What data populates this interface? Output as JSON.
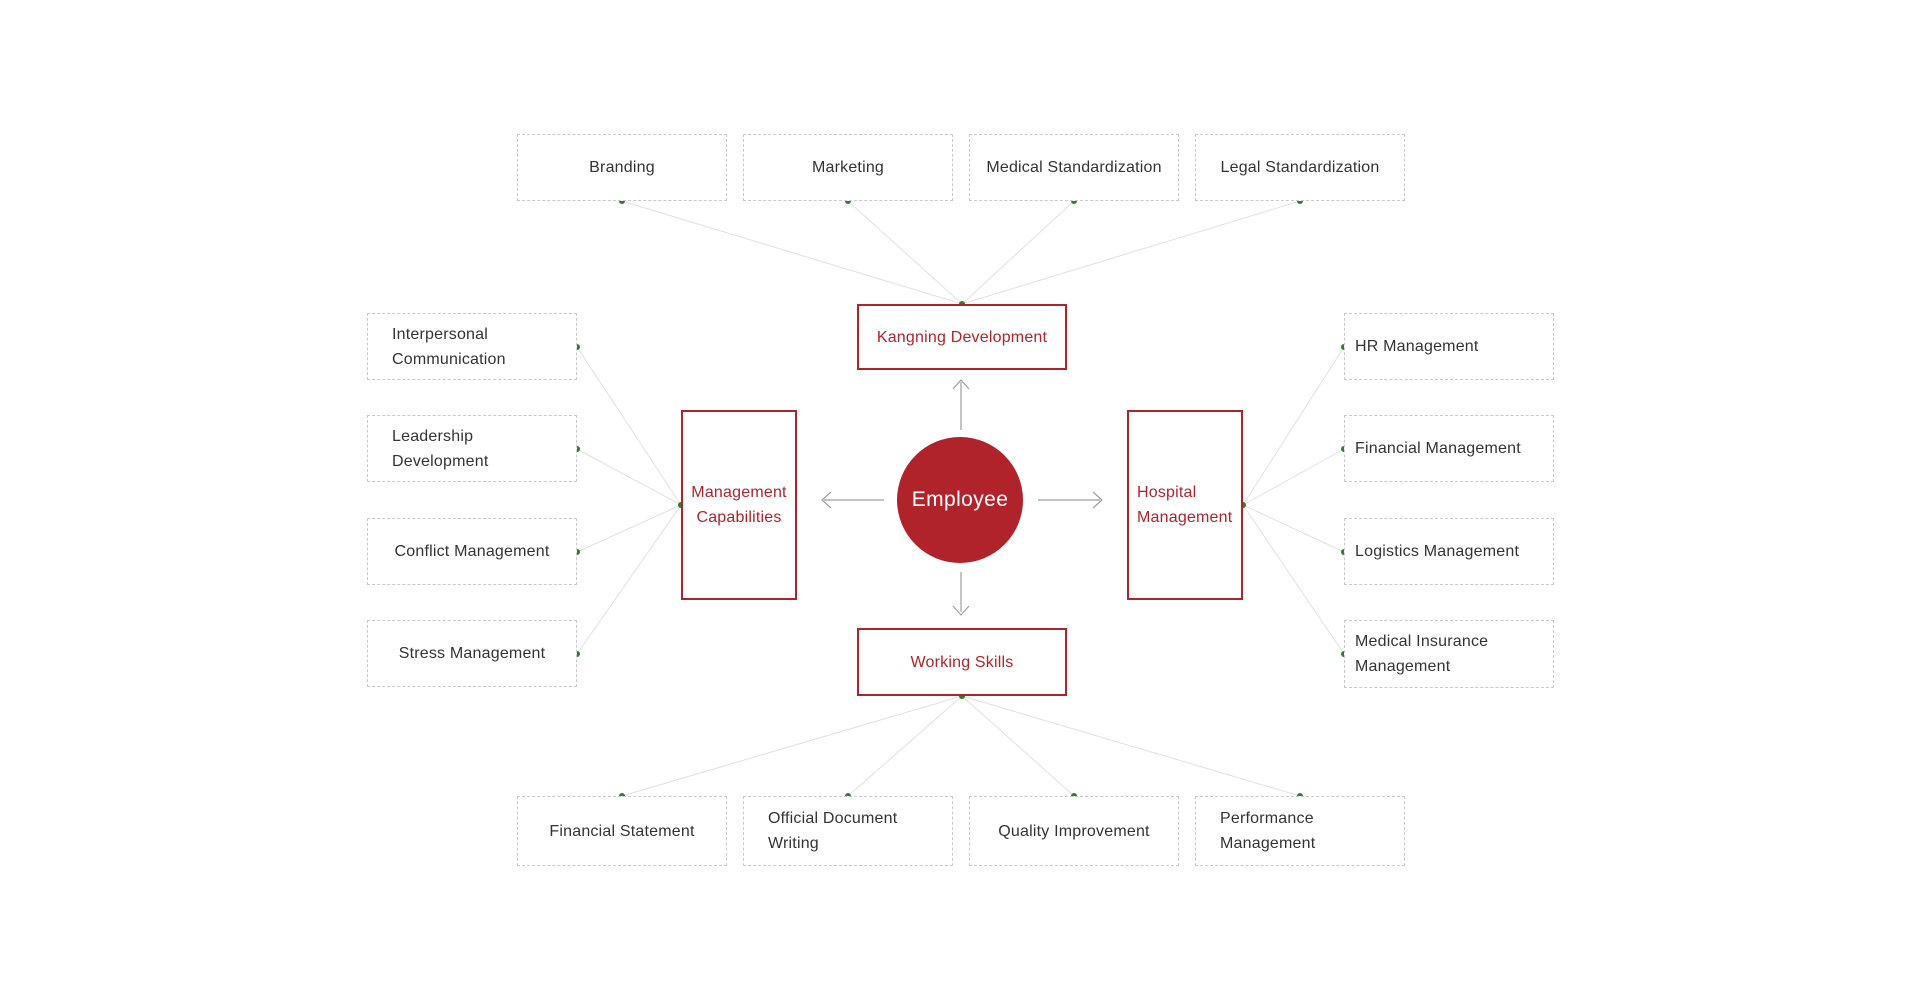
{
  "diagram": {
    "type": "mindmap",
    "center": {
      "label": "Employee"
    },
    "branches": {
      "top": {
        "label": "Kangning Development",
        "leaves": [
          "Branding",
          "Marketing",
          "Medical Standardization",
          "Legal Standardization"
        ]
      },
      "bottom": {
        "label": "Working Skills",
        "leaves": [
          "Financial Statement",
          "Official Document Writing",
          "Quality Improvement",
          "Performance Management"
        ]
      },
      "left": {
        "label": "Management Capabilities",
        "leaves": [
          "Interpersonal Communication",
          "Leadership Development",
          "Conflict Management",
          "Stress Management"
        ]
      },
      "right": {
        "label": "Hospital Management",
        "leaves": [
          "HR Management",
          "Financial Management",
          "Logistics Management",
          "Medical Insurance Management"
        ]
      }
    },
    "colors": {
      "accent_red": "#b1232b",
      "center_fill": "#b1232a",
      "center_text": "#ffffff",
      "leaf_text": "#333333",
      "leaf_border": "#c9c9c9",
      "connector_line": "#e0e0e0",
      "arrow": "#9e9e9e",
      "dot_green": "#2e7d32"
    }
  }
}
